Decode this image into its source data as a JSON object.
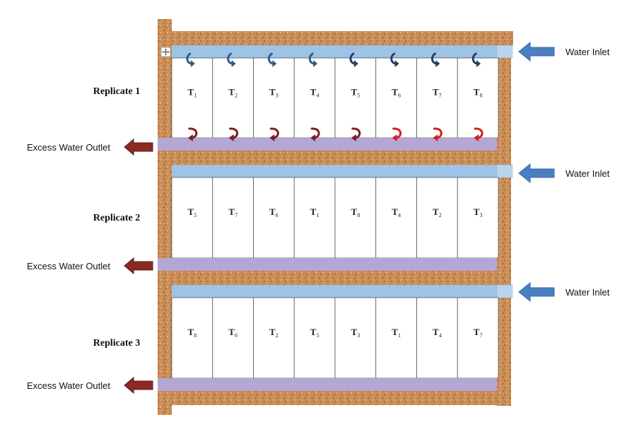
{
  "colors": {
    "soil": "#c98d55",
    "inlet_pipe": "#9dc3e6",
    "outlet_pipe": "#b4a7d6",
    "inlet_arrow": "#4a7fc1",
    "outlet_arrow": "#8b2a22",
    "inflow_curl_blue": "#2e5c8a",
    "outflow_curl_dark": "#7a1f1f",
    "outflow_curl_red": "#d61f1f"
  },
  "labels": {
    "water_inlet": "Water Inlet",
    "excess_outlet": "Excess Water Outlet"
  },
  "replicates": [
    {
      "name": "Replicate 1",
      "plots": [
        {
          "t": "T",
          "n": "1"
        },
        {
          "t": "T",
          "n": "2"
        },
        {
          "t": "T",
          "n": "3"
        },
        {
          "t": "T",
          "n": "4"
        },
        {
          "t": "T",
          "n": "5"
        },
        {
          "t": "T",
          "n": "6"
        },
        {
          "t": "T",
          "n": "7"
        },
        {
          "t": "T",
          "n": "8"
        }
      ],
      "inflow_icons": [
        "curl-arrow-icon",
        "curl-arrow-icon",
        "curl-arrow-icon",
        "curl-arrow-icon",
        "curl-arrow-icon",
        "curl-arrow-icon",
        "curl-arrow-icon",
        "curl-arrow-icon"
      ],
      "outflow_icons": [
        "curl-arrow-icon",
        "curl-arrow-icon",
        "curl-arrow-icon",
        "curl-arrow-icon",
        "curl-arrow-icon",
        "curl-arrow-icon",
        "curl-arrow-icon",
        "curl-arrow-icon"
      ]
    },
    {
      "name": "Replicate 2",
      "plots": [
        {
          "t": "T",
          "n": "5"
        },
        {
          "t": "T",
          "n": "7"
        },
        {
          "t": "T",
          "n": "6"
        },
        {
          "t": "T",
          "n": "1"
        },
        {
          "t": "T",
          "n": "8"
        },
        {
          "t": "T",
          "n": "4"
        },
        {
          "t": "T",
          "n": "2"
        },
        {
          "t": "T",
          "n": "3"
        }
      ]
    },
    {
      "name": "Replicate 3",
      "plots": [
        {
          "t": "T",
          "n": "8"
        },
        {
          "t": "T",
          "n": "6"
        },
        {
          "t": "T",
          "n": "2"
        },
        {
          "t": "T",
          "n": "5"
        },
        {
          "t": "T",
          "n": "3"
        },
        {
          "t": "T",
          "n": "1"
        },
        {
          "t": "T",
          "n": "4"
        },
        {
          "t": "T",
          "n": "7"
        }
      ]
    }
  ]
}
